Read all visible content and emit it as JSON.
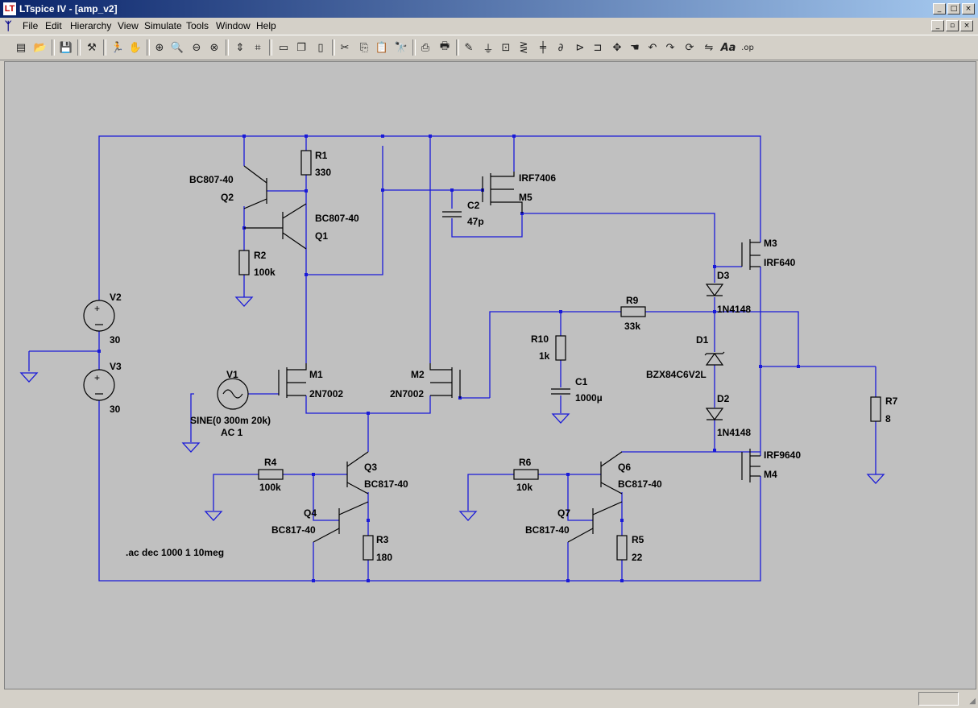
{
  "window": {
    "title": "LTspice IV - [amp_v2]",
    "app_icon": "LT"
  },
  "menu": [
    "File",
    "Edit",
    "Hierarchy",
    "View",
    "Simulate",
    "Tools",
    "Window",
    "Help"
  ],
  "toolbar_icons": [
    "new-schematic-icon",
    "open-icon",
    "save-icon",
    "control-panel-icon",
    "run-icon",
    "halt-icon",
    "zoom-in-icon",
    "zoom-area-icon",
    "zoom-out-icon",
    "zoom-cancel-icon",
    "autorange-icon",
    "plot-settings-icon",
    "tile-horizontal-icon",
    "cascade-icon",
    "tile-vertical-icon",
    "cut-icon",
    "copy-icon",
    "paste-icon",
    "find-icon",
    "print-setup-icon",
    "print-icon",
    "wire-icon",
    "ground-icon",
    "label-icon",
    "resistor-icon",
    "capacitor-icon",
    "inductor-icon",
    "diode-icon",
    "component-icon",
    "move-icon",
    "drag-icon",
    "undo-icon",
    "redo-icon",
    "rotate-icon",
    "mirror-icon",
    "text-icon",
    "spice-directive-icon"
  ],
  "labels": {
    "q2_model": "BC807-40",
    "q2_name": "Q2",
    "r1_name": "R1",
    "r1_value": "330",
    "q1_model": "BC807-40",
    "q1_name": "Q1",
    "r2_name": "R2",
    "r2_value": "100k",
    "m5_model": "IRF7406",
    "m5_name": "M5",
    "c2_name": "C2",
    "c2_value": "47p",
    "m3_name": "M3",
    "m3_model": "IRF640",
    "d3_name": "D3",
    "d3_model": "1N4148",
    "r9_name": "R9",
    "r9_value": "33k",
    "r10_name": "R10",
    "r10_value": "1k",
    "c1_name": "C1",
    "c1_value": "1000µ",
    "d1_name": "D1",
    "d1_model": "BZX84C6V2L",
    "d2_name": "D2",
    "d2_model": "1N4148",
    "m4_model": "IRF9640",
    "m4_name": "M4",
    "r7_name": "R7",
    "r7_value": "8",
    "v2_name": "V2",
    "v2_value": "30",
    "v3_name": "V3",
    "v3_value": "30",
    "v1_name": "V1",
    "v1_value": "SINE(0 300m 20k)",
    "v1_ac": "AC 1",
    "m1_name": "M1",
    "m1_model": "2N7002",
    "m2_name": "M2",
    "m2_model": "2N7002",
    "q3_name": "Q3",
    "q3_model": "BC817-40",
    "r4_name": "R4",
    "r4_value": "100k",
    "q4_name": "Q4",
    "q4_model": "BC817-40",
    "r3_name": "R3",
    "r3_value": "180",
    "r6_name": "R6",
    "r6_value": "10k",
    "q6_name": "Q6",
    "q6_model": "BC817-40",
    "q7_name": "Q7",
    "q7_model": "BC817-40",
    "r5_name": "R5",
    "r5_value": "22",
    "directive": ".ac dec 1000 1 10meg"
  },
  "colors": {
    "wire": "#1a1ad8",
    "canvas": "#c0c0c0",
    "title_start": "#0a246a",
    "title_end": "#a6caf0"
  }
}
